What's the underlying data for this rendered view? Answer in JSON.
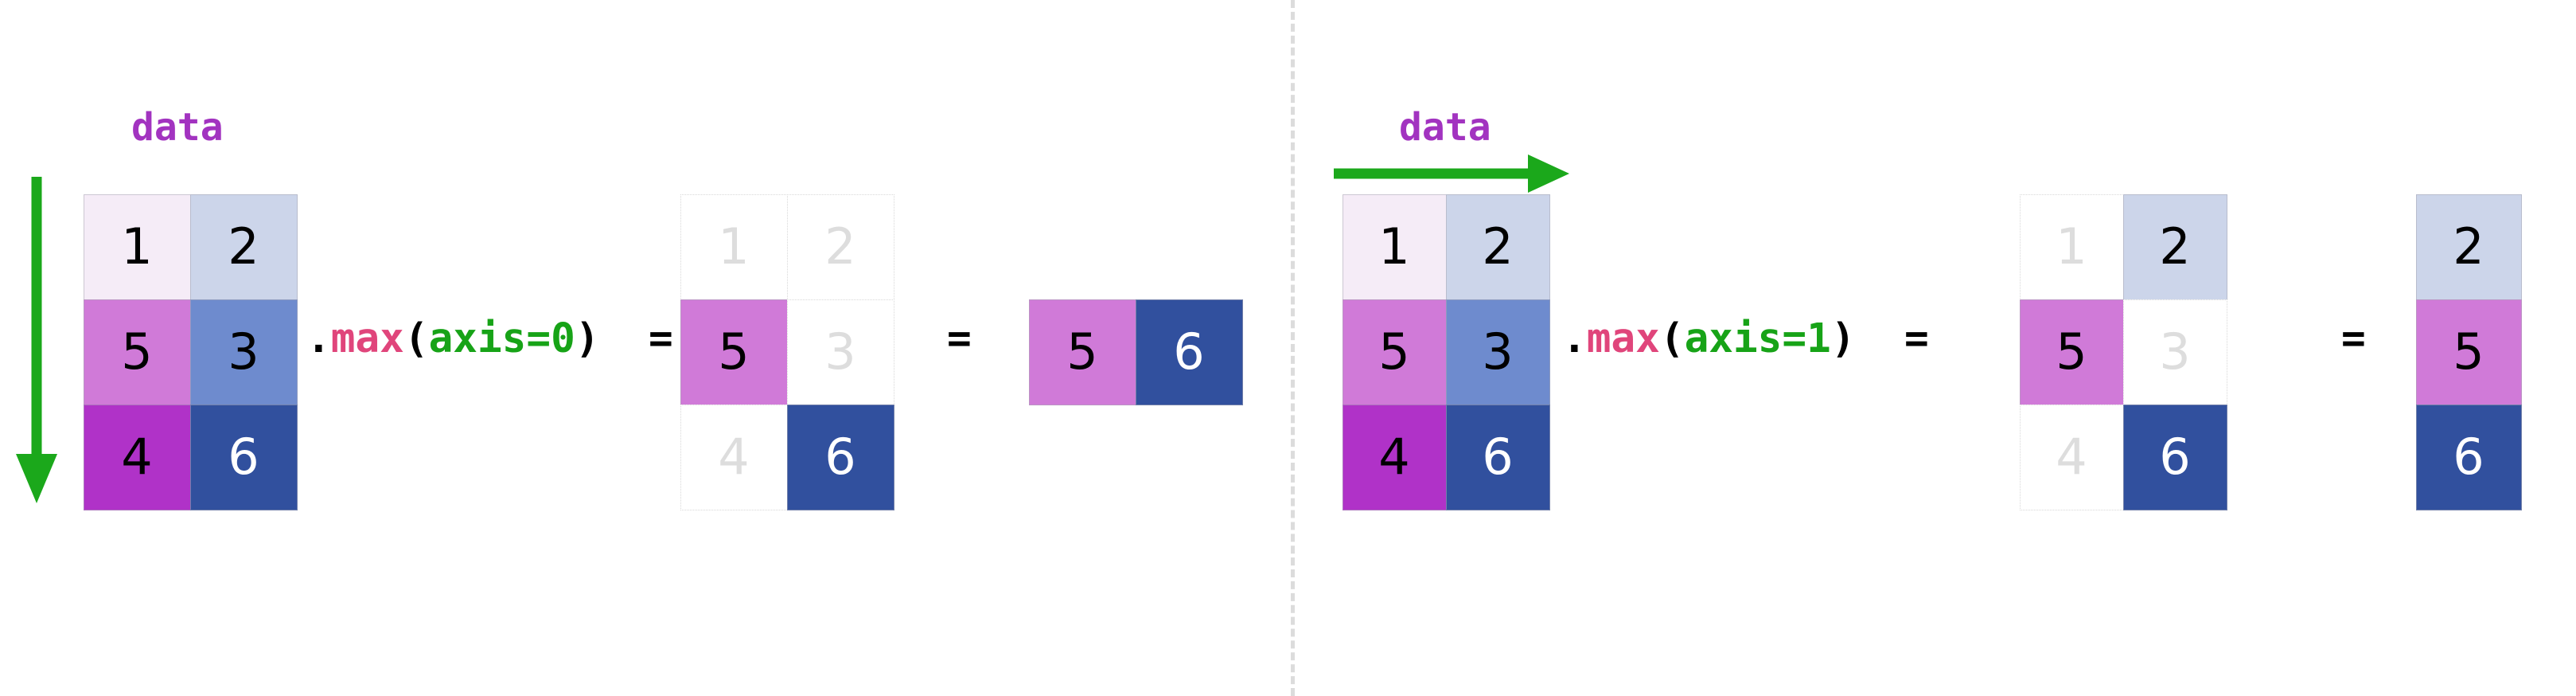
{
  "figure": {
    "title": "numpy max along axis illustration",
    "background": "#ffffff",
    "divider_color": "#dcdcdc"
  },
  "palette": {
    "value_1": "#f5ecf7",
    "value_2": "#ccd5ea",
    "value_3": "#6e8bce",
    "value_4": "#b032c8",
    "value_5": "#d07ad8",
    "value_6": "#31509e",
    "ghost_text": "#dddddd",
    "cell_border": "#aaaab4",
    "arrow_green": "#1ba81b",
    "data_purple": "#a233c0",
    "code_fn_pink": "#e0457b",
    "code_kw_green": "#17a317"
  },
  "panels": [
    {
      "id": "axis0",
      "data_label": "data",
      "arrow": {
        "name": "column-direction-arrow",
        "direction": "down",
        "color": "#1ba81b"
      },
      "expression": {
        "dot": ".",
        "fn": "max",
        "open_paren": "(",
        "kwarg": "axis=0",
        "close_paren": ")",
        "equals": "="
      },
      "second_equals": "=",
      "source_matrix": {
        "name": "source-matrix-axis0",
        "rows": 3,
        "cols": 2,
        "cells": [
          [
            {
              "value": "1",
              "fill": "#f5ecf7",
              "text": "#000000"
            },
            {
              "value": "2",
              "fill": "#ccd5ea",
              "text": "#000000"
            }
          ],
          [
            {
              "value": "5",
              "fill": "#d07ad8",
              "text": "#000000"
            },
            {
              "value": "3",
              "fill": "#6e8bce",
              "text": "#000000"
            }
          ],
          [
            {
              "value": "4",
              "fill": "#b032c8",
              "text": "#000000"
            },
            {
              "value": "6",
              "fill": "#31509e",
              "text": "#ffffff"
            }
          ]
        ]
      },
      "masked_matrix": {
        "name": "masked-matrix-axis0",
        "rows": 3,
        "cols": 2,
        "cells": [
          [
            {
              "value": "1",
              "ghost": true
            },
            {
              "value": "2",
              "ghost": true
            }
          ],
          [
            {
              "value": "5",
              "ghost": false,
              "fill": "#d07ad8",
              "text": "#000000"
            },
            {
              "value": "3",
              "ghost": true
            }
          ],
          [
            {
              "value": "4",
              "ghost": true
            },
            {
              "value": "6",
              "ghost": false,
              "fill": "#31509e",
              "text": "#ffffff"
            }
          ]
        ]
      },
      "result_matrix": {
        "name": "result-vector-axis0",
        "rows": 1,
        "cols": 2,
        "cells": [
          [
            {
              "value": "5",
              "fill": "#d07ad8",
              "text": "#000000"
            },
            {
              "value": "6",
              "fill": "#31509e",
              "text": "#ffffff"
            }
          ]
        ]
      }
    },
    {
      "id": "axis1",
      "data_label": "data",
      "arrow": {
        "name": "row-direction-arrow",
        "direction": "right",
        "color": "#1ba81b"
      },
      "expression": {
        "dot": ".",
        "fn": "max",
        "open_paren": "(",
        "kwarg": "axis=1",
        "close_paren": ")",
        "equals": "="
      },
      "second_equals": "=",
      "source_matrix": {
        "name": "source-matrix-axis1",
        "rows": 3,
        "cols": 2,
        "cells": [
          [
            {
              "value": "1",
              "fill": "#f5ecf7",
              "text": "#000000"
            },
            {
              "value": "2",
              "fill": "#ccd5ea",
              "text": "#000000"
            }
          ],
          [
            {
              "value": "5",
              "fill": "#d07ad8",
              "text": "#000000"
            },
            {
              "value": "3",
              "fill": "#6e8bce",
              "text": "#000000"
            }
          ],
          [
            {
              "value": "4",
              "fill": "#b032c8",
              "text": "#000000"
            },
            {
              "value": "6",
              "fill": "#31509e",
              "text": "#ffffff"
            }
          ]
        ]
      },
      "masked_matrix": {
        "name": "masked-matrix-axis1",
        "rows": 3,
        "cols": 2,
        "cells": [
          [
            {
              "value": "1",
              "ghost": true
            },
            {
              "value": "2",
              "ghost": false,
              "fill": "#ccd5ea",
              "text": "#000000"
            }
          ],
          [
            {
              "value": "5",
              "ghost": false,
              "fill": "#d07ad8",
              "text": "#000000"
            },
            {
              "value": "3",
              "ghost": true
            }
          ],
          [
            {
              "value": "4",
              "ghost": true
            },
            {
              "value": "6",
              "ghost": false,
              "fill": "#31509e",
              "text": "#ffffff"
            }
          ]
        ]
      },
      "result_matrix": {
        "name": "result-vector-axis1",
        "rows": 3,
        "cols": 1,
        "cells": [
          [
            {
              "value": "2",
              "fill": "#ccd5ea",
              "text": "#000000"
            }
          ],
          [
            {
              "value": "5",
              "fill": "#d07ad8",
              "text": "#000000"
            }
          ],
          [
            {
              "value": "6",
              "fill": "#31509e",
              "text": "#ffffff"
            }
          ]
        ]
      }
    }
  ]
}
